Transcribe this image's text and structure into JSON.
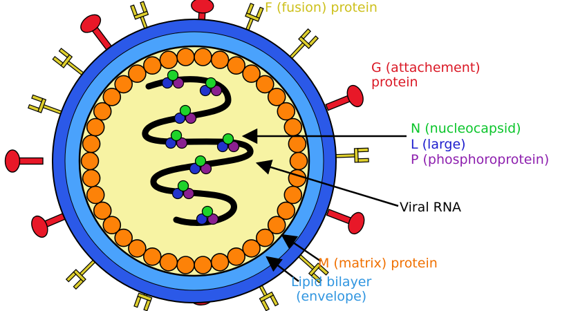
{
  "labels": {
    "f_protein": {
      "text": "F (fusion) protein",
      "color": "#cdc01c"
    },
    "g_protein": {
      "text_line1": "G (attachement)",
      "text_line2": "protein",
      "color": "#da1825"
    },
    "n_protein": {
      "text": "N (nucleocapsid)",
      "color": "#0bc52b"
    },
    "l_protein": {
      "text": "L (large)",
      "color": "#1c1ccd"
    },
    "p_protein": {
      "text": "P (phosphoroprotein)",
      "color": "#8d1fae"
    },
    "viral_rna": {
      "text": "Viral RNA",
      "color": "#000000"
    },
    "m_protein": {
      "text": "M (matrix) protein",
      "color": "#f07000"
    },
    "lipid_bilayer": {
      "text_line1": "Lipid bilayer",
      "text_line2": "(envelope)",
      "color": "#2f95e0"
    }
  },
  "colors": {
    "background": "#ffffff",
    "envelope_outer": "#2b59e8",
    "envelope_inner": "#4aa2fc",
    "interior": "#f7f3a3",
    "matrix_bead": "#fd8208",
    "rna": "#000000",
    "n_bead": "#1ed32a",
    "l_bead": "#2233cc",
    "p_bead": "#8a2090",
    "g_spike": "#e81828",
    "f_spike": "#decf2e",
    "arrow": "#000000"
  }
}
